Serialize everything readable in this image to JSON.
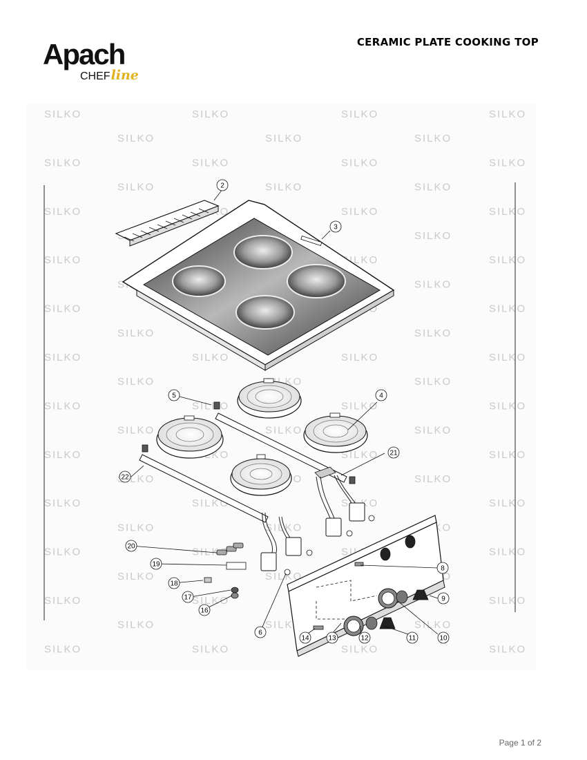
{
  "header": {
    "logo_main": "Apach",
    "logo_sub": "CHEF",
    "logo_script": "line",
    "title": "CERAMIC PLATE COOKING TOP"
  },
  "watermark": {
    "text": "SILKO"
  },
  "diagram": {
    "callouts": [
      "2",
      "3",
      "4",
      "5",
      "6",
      "8",
      "9",
      "10",
      "11",
      "12",
      "13",
      "14",
      "16",
      "17",
      "18",
      "19",
      "20",
      "21",
      "22"
    ]
  },
  "footer": {
    "page_label": "Page 1 of 2"
  }
}
